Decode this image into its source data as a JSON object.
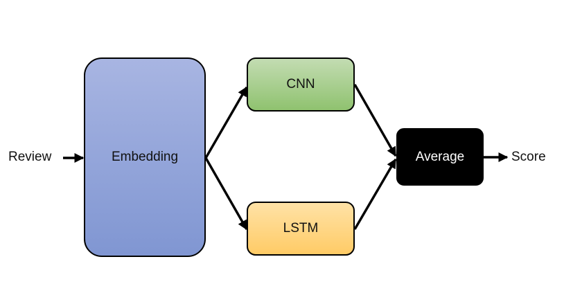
{
  "diagram": {
    "input_label": "Review",
    "output_label": "Score",
    "nodes": {
      "embedding": {
        "label": "Embedding",
        "fill": [
          "#a8b5e2",
          "#8096d2"
        ]
      },
      "cnn": {
        "label": "CNN",
        "fill": [
          "#c3dcb2",
          "#8fc26f"
        ]
      },
      "lstm": {
        "label": "LSTM",
        "fill": [
          "#ffe2a6",
          "#ffcb66"
        ]
      },
      "average": {
        "label": "Average",
        "fill": "#000000",
        "text_color": "#ffffff"
      }
    },
    "edges": [
      {
        "from": "input",
        "to": "embedding"
      },
      {
        "from": "embedding",
        "to": "cnn"
      },
      {
        "from": "embedding",
        "to": "lstm"
      },
      {
        "from": "cnn",
        "to": "average"
      },
      {
        "from": "lstm",
        "to": "average"
      },
      {
        "from": "average",
        "to": "output"
      }
    ]
  }
}
